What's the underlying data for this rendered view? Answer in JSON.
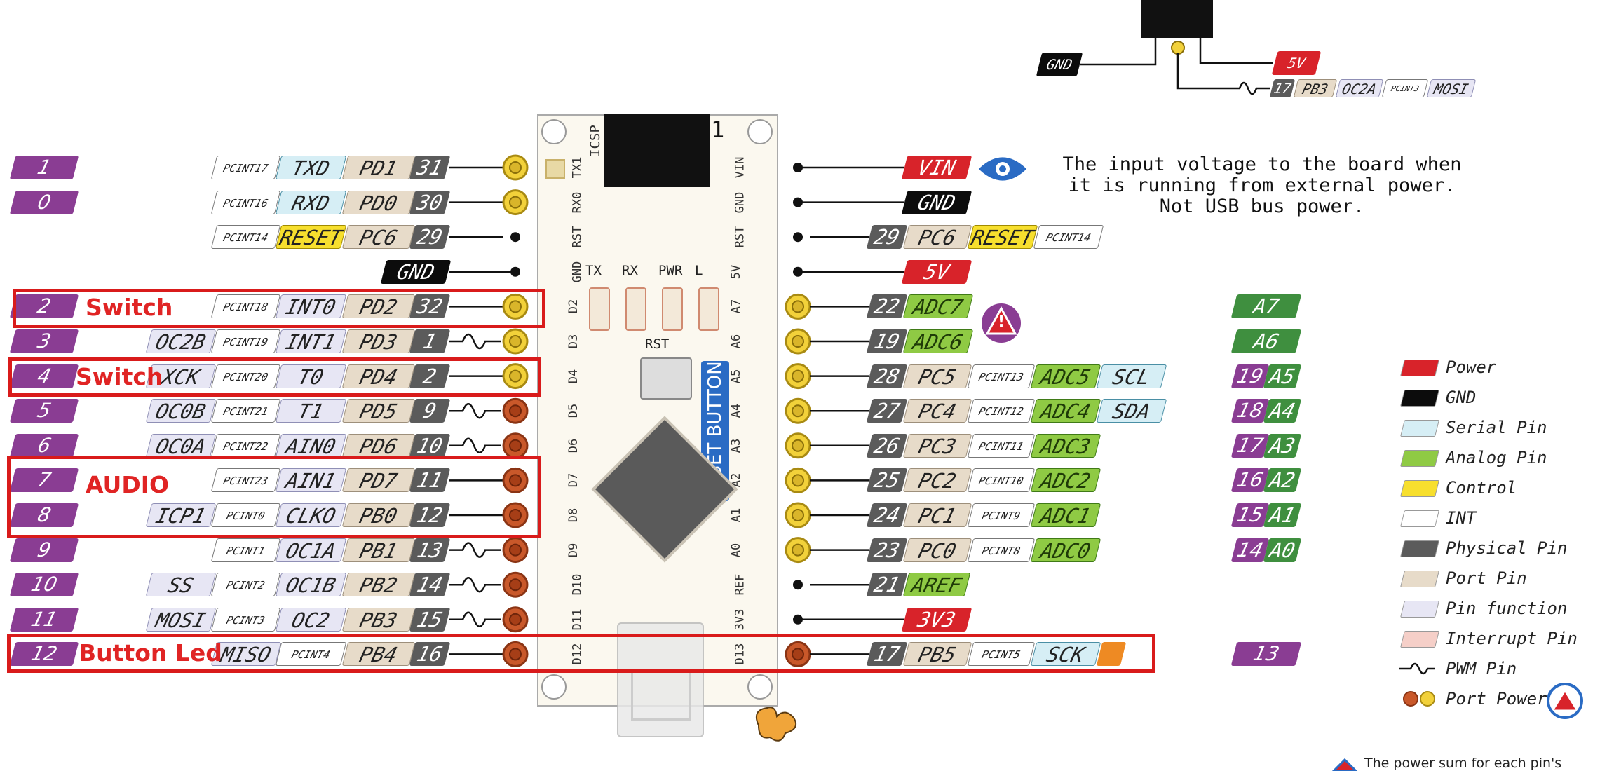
{
  "left_pins": [
    {
      "ard": "1",
      "pcint": "PCINT17",
      "func": "TXD",
      "func_type": "ser",
      "port": "PD1",
      "phys": "31",
      "pwm": false,
      "end": "yellow"
    },
    {
      "ard": "0",
      "pcint": "PCINT16",
      "func": "RXD",
      "func_type": "ser",
      "port": "PD0",
      "phys": "30",
      "pwm": false,
      "end": "yellow"
    },
    {
      "ard": "",
      "pcint": "PCINT14",
      "func": "RESET",
      "func_type": "ctl",
      "port": "PC6",
      "phys": "29",
      "pwm": false,
      "end": "black"
    },
    {
      "ard": "",
      "gnd": "GND",
      "end": "black"
    },
    {
      "ard": "2",
      "pcint": "PCINT18",
      "func": "INT0",
      "func_type": "func",
      "port": "PD2",
      "phys": "32",
      "pwm": false,
      "end": "yellow"
    },
    {
      "ard": "3",
      "extra": "OC2B",
      "pcint": "PCINT19",
      "func": "INT1",
      "func_type": "func",
      "port": "PD3",
      "phys": "1",
      "pwm": true,
      "end": "yellow"
    },
    {
      "ard": "4",
      "extra": "XCK",
      "pcint": "PCINT20",
      "func": "T0",
      "func_type": "func",
      "port": "PD4",
      "phys": "2",
      "pwm": false,
      "end": "yellow"
    },
    {
      "ard": "5",
      "extra": "OC0B",
      "pcint": "PCINT21",
      "func": "T1",
      "func_type": "func",
      "port": "PD5",
      "phys": "9",
      "pwm": true,
      "end": "orange"
    },
    {
      "ard": "6",
      "extra": "OC0A",
      "pcint": "PCINT22",
      "func": "AIN0",
      "func_type": "func",
      "port": "PD6",
      "phys": "10",
      "pwm": true,
      "end": "orange"
    },
    {
      "ard": "7",
      "pcint": "PCINT23",
      "func": "AIN1",
      "func_type": "func",
      "port": "PD7",
      "phys": "11",
      "pwm": false,
      "end": "orange"
    },
    {
      "ard": "8",
      "extra": "ICP1",
      "pcint": "PCINT0",
      "func": "CLKO",
      "func_type": "func",
      "port": "PB0",
      "phys": "12",
      "pwm": false,
      "end": "orange"
    },
    {
      "ard": "9",
      "pcint": "PCINT1",
      "func": "OC1A",
      "func_type": "func",
      "port": "PB1",
      "phys": "13",
      "pwm": true,
      "end": "orange"
    },
    {
      "ard": "10",
      "extra": "SS",
      "pcint": "PCINT2",
      "func": "OC1B",
      "func_type": "func",
      "port": "PB2",
      "phys": "14",
      "pwm": true,
      "end": "orange"
    },
    {
      "ard": "11",
      "extra": "MOSI",
      "pcint": "PCINT3",
      "func": "OC2",
      "func_type": "func",
      "port": "PB3",
      "phys": "15",
      "pwm": true,
      "end": "orange"
    },
    {
      "ard": "12",
      "extra": "MISO",
      "pcint": "PCINT4",
      "func": "",
      "func_type": "none",
      "port": "PB4",
      "phys": "16",
      "pwm": false,
      "end": "orange"
    }
  ],
  "right_pins": [
    {
      "power": "VIN",
      "power_type": "pwr"
    },
    {
      "power": "GND",
      "power_type": "gnd"
    },
    {
      "phys": "29",
      "port": "PC6",
      "func": "RESET",
      "func_type": "ctl",
      "pcint": "PCINT14",
      "end": "black"
    },
    {
      "power": "5V",
      "power_type": "pwr"
    },
    {
      "phys": "22",
      "adc": "ADC7",
      "end": "yellow"
    },
    {
      "phys": "19",
      "adc": "ADC6",
      "end": "yellow"
    },
    {
      "phys": "28",
      "port": "PC5",
      "pcint": "PCINT13",
      "adc": "ADC5",
      "serial": "SCL",
      "end": "yellow"
    },
    {
      "phys": "27",
      "port": "PC4",
      "pcint": "PCINT12",
      "adc": "ADC4",
      "serial": "SDA",
      "end": "yellow"
    },
    {
      "phys": "26",
      "port": "PC3",
      "pcint": "PCINT11",
      "adc": "ADC3",
      "end": "yellow"
    },
    {
      "phys": "25",
      "port": "PC2",
      "pcint": "PCINT10",
      "adc": "ADC2",
      "end": "yellow"
    },
    {
      "phys": "24",
      "port": "PC1",
      "pcint": "PCINT9",
      "adc": "ADC1",
      "end": "yellow"
    },
    {
      "phys": "23",
      "port": "PC0",
      "pcint": "PCINT8",
      "adc": "ADC0",
      "end": "yellow"
    },
    {
      "phys": "21",
      "aref": "AREF",
      "end": "black"
    },
    {
      "power": "3V3",
      "power_type": "pwr"
    },
    {
      "phys": "17",
      "port": "PB5",
      "pcint": "PCINT5",
      "serial": "SCK",
      "end": "orange"
    }
  ],
  "analog_labels": [
    {
      "row": 4,
      "num": "",
      "a": "A7"
    },
    {
      "row": 5,
      "num": "",
      "a": "A6"
    },
    {
      "row": 6,
      "num": "19",
      "a": "A5"
    },
    {
      "row": 7,
      "num": "18",
      "a": "A4"
    },
    {
      "row": 8,
      "num": "17",
      "a": "A3"
    },
    {
      "row": 9,
      "num": "16",
      "a": "A2"
    },
    {
      "row": 10,
      "num": "15",
      "a": "A1"
    },
    {
      "row": 11,
      "num": "14",
      "a": "A0"
    },
    {
      "row": 14,
      "num": "13",
      "a": ""
    }
  ],
  "board": {
    "left_silk": [
      "TX1",
      "RX0",
      "RST",
      "GND",
      "D2",
      "D3",
      "D4",
      "D5",
      "D6",
      "D7",
      "D8",
      "D9",
      "D10",
      "D11",
      "D12"
    ],
    "right_silk": [
      "VIN",
      "GND",
      "RST",
      "5V",
      "A7",
      "A6",
      "A5",
      "A4",
      "A3",
      "A2",
      "A1",
      "A0",
      "REF",
      "3V3",
      "D13"
    ],
    "icsp": "ICSP",
    "icsp_one": "1",
    "leds": [
      "TX",
      "RX",
      "PWR",
      "L"
    ],
    "rst": "RST",
    "reset_button": "RESET BUTTON"
  },
  "top_icsp": {
    "gnd": "GND",
    "v5": "5V",
    "pin": "17",
    "port": "PB3",
    "func1": "OC2A",
    "pcint": "PCINT3",
    "func2": "MOSI"
  },
  "vin_note": [
    "The input voltage to the board when",
    "it is running from external power.",
    "Not USB bus power."
  ],
  "annotations": {
    "switch": "Switch",
    "audio": "AUDIO",
    "button_led": "Button Led"
  },
  "legend": [
    {
      "label": "Power",
      "color": "#d8232a"
    },
    {
      "label": "GND",
      "color": "#0c0c0c"
    },
    {
      "label": "Serial Pin",
      "color": "#d6eef5"
    },
    {
      "label": "Analog Pin",
      "color": "#8fca44"
    },
    {
      "label": "Control",
      "color": "#f7df2e"
    },
    {
      "label": "INT",
      "color": "#ffffff"
    },
    {
      "label": "Physical Pin",
      "color": "#5b5b5b"
    },
    {
      "label": "Port Pin",
      "color": "#e7dbc9"
    },
    {
      "label": "Pin function",
      "color": "#e7e6f4"
    },
    {
      "label": "Interrupt Pin",
      "color": "#f5cfc8"
    },
    {
      "label": "PWM Pin",
      "color": ""
    },
    {
      "label": "Port Power",
      "color": ""
    }
  ],
  "footnote": "The power sum for each pin's",
  "colors": {
    "arduino": "#8a3d93",
    "highlight": "#d91b1b",
    "yellow_pin": "#f2d13a",
    "orange_pin": "#c9582a"
  }
}
